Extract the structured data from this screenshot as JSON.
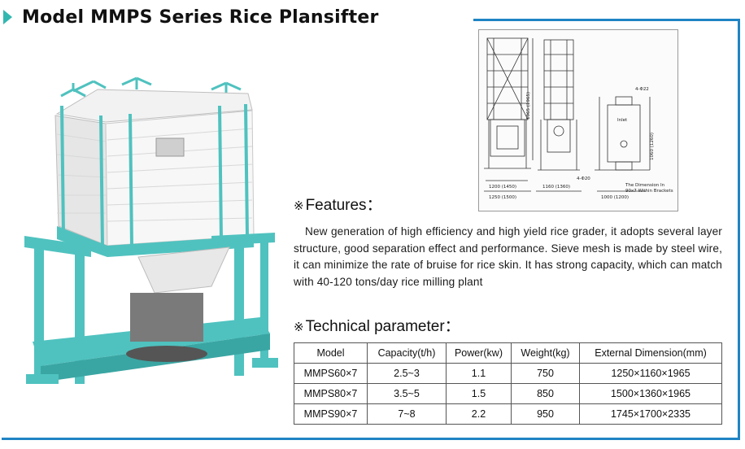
{
  "title": "Model MMPS Series Rice Plansifter",
  "features": {
    "mark": "※",
    "heading": "Features",
    "colon": "：",
    "text": "New generation of high efficiency and high yield rice grader, it adopts several layer structure, good separation effect and performance. Sieve mesh is made by steel wire, it can minimize the rate of bruise for rice skin. It has strong capacity, which can match with 40-120 tons/day rice milling plant"
  },
  "technical": {
    "mark": "※",
    "heading": "Technical parameter",
    "colon": "：",
    "headers": [
      "Model",
      "Capacity(t/h)",
      "Power(kw)",
      "Weight(kg)",
      "External Dimension(mm)"
    ],
    "rows": [
      [
        "MMPS60×7",
        "2.5~3",
        "1.1",
        "750",
        "1250×1160×1965"
      ],
      [
        "MMPS80×7",
        "3.5~5",
        "1.5",
        "850",
        "1500×1360×1965"
      ],
      [
        "MMPS90×7",
        "7~8",
        "2.2",
        "950",
        "1745×1700×2335"
      ]
    ]
  },
  "drawing_labels": {
    "d1": "1200 (1450)",
    "d2": "1250 (1500)",
    "d3": "1160 (1360)",
    "d4": "1000 (1200)",
    "h1": "1965 (1965)",
    "h2": "1060 (1260)",
    "holes1": "4-Φ22",
    "holes2": "4-Φ20",
    "inlet": "Inlet",
    "note1": "The Dimension In",
    "note2": "90x7 Within Brackets"
  },
  "colors": {
    "accent": "#32b7b0",
    "frame": "#1f84c4",
    "machine": "#4fc2bf"
  }
}
